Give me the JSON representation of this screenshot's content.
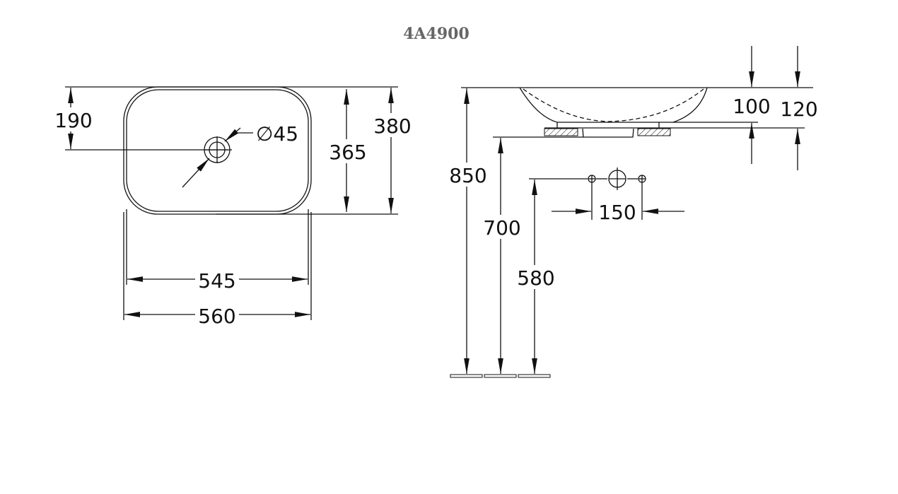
{
  "title": "4A4900",
  "top_view": {
    "dims": {
      "drain_offset": "190",
      "inner_depth": "365",
      "outer_depth": "380",
      "inner_width": "545",
      "outer_width": "560",
      "drain_diameter": "∅45"
    }
  },
  "side_view": {
    "dims": {
      "total_height": "850",
      "counter_height": "700",
      "supply_height": "580",
      "tap_spacing": "150",
      "basin_height": "100",
      "overall_height": "120"
    }
  }
}
